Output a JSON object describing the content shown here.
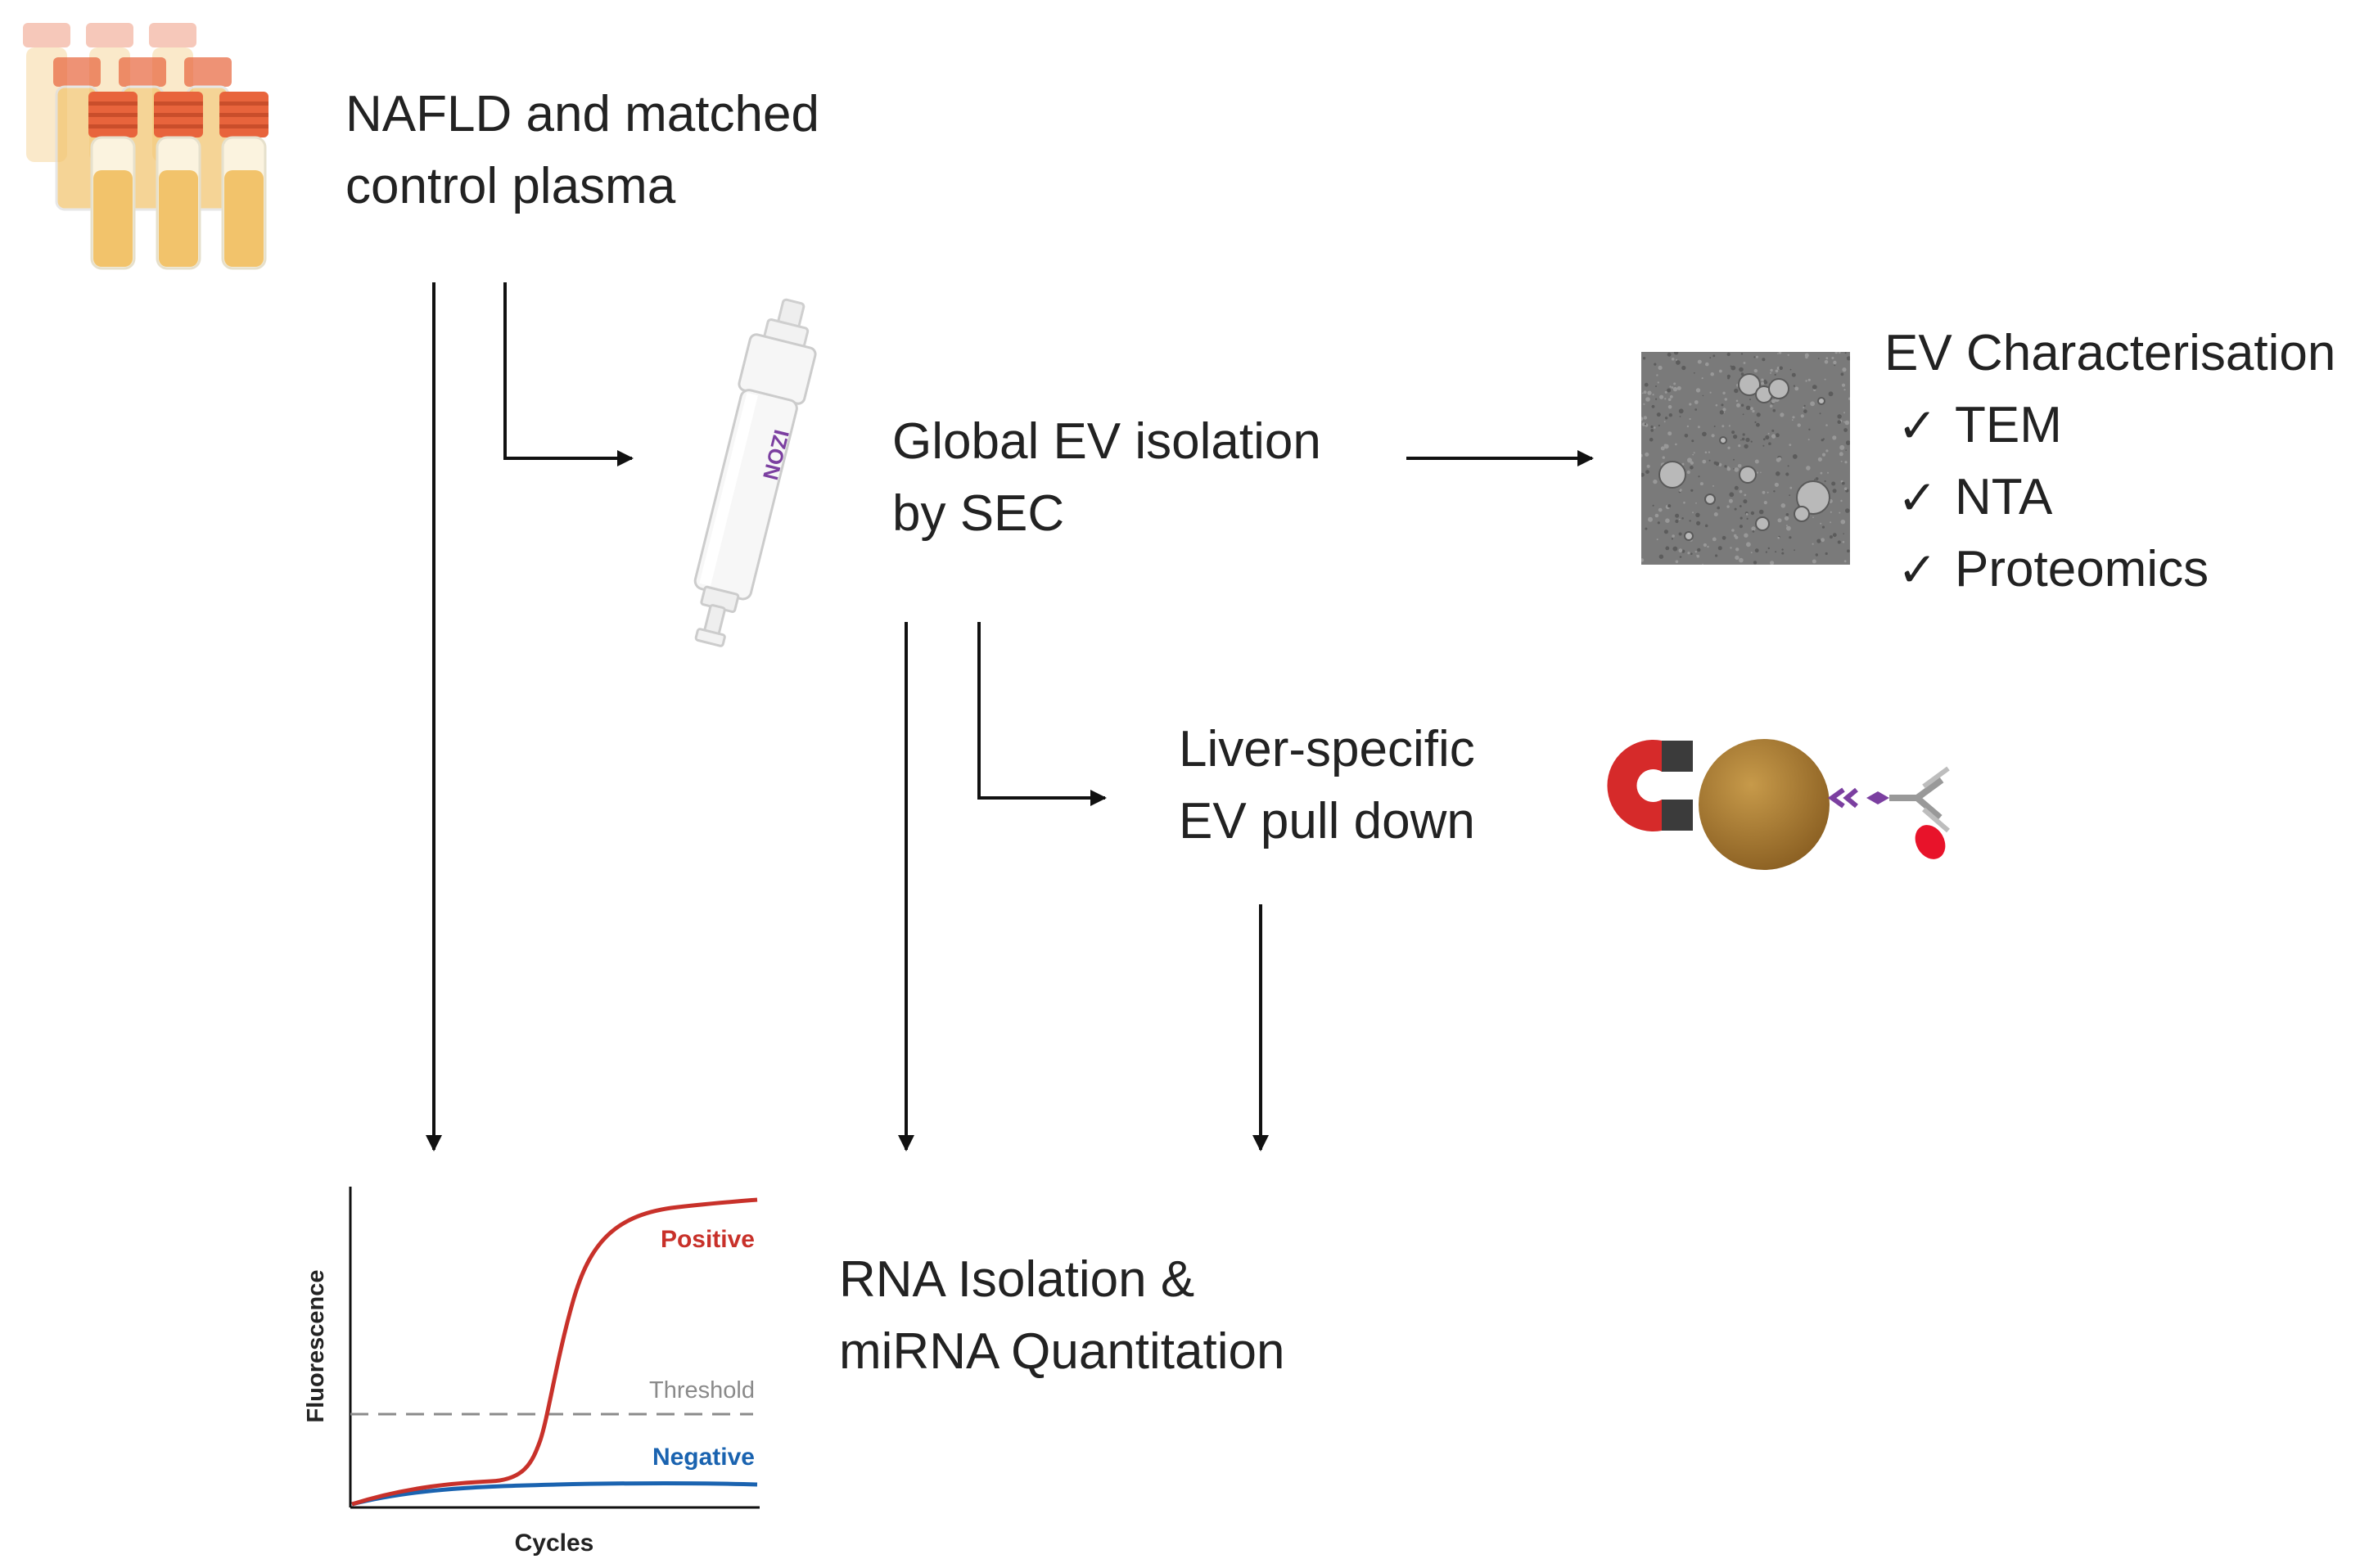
{
  "labels": {
    "plasma": [
      "NAFLD and matched",
      "control plasma"
    ],
    "sec": [
      "Global EV isolation",
      "by SEC"
    ],
    "characterisation_title": "EV Characterisation",
    "characterisation_items": [
      "TEM",
      "NTA",
      "Proteomics"
    ],
    "check_mark": "✓",
    "pulldown": [
      "Liver-specific",
      "EV pull down"
    ],
    "rna": [
      "RNA Isolation &",
      "miRNA Quantitation"
    ]
  },
  "column_brand": "IZON",
  "qpcr_chart": {
    "xlabel": "Cycles",
    "ylabel": "Fluorescence",
    "positive_label": "Positive",
    "negative_label": "Negative",
    "threshold_label": "Threshold"
  },
  "colors": {
    "text": "#222222",
    "arrow": "#111111",
    "tube_cap": "#e8643c",
    "tube_liquid": "#f2c36b",
    "positive": "#c8312a",
    "negative": "#1a63b0",
    "threshold": "#8a8a8a",
    "column_logo": "#7b3fa0",
    "magnet": "#d62a2a",
    "bead": "#a87a33",
    "antibody_tip": "#e8132a"
  }
}
